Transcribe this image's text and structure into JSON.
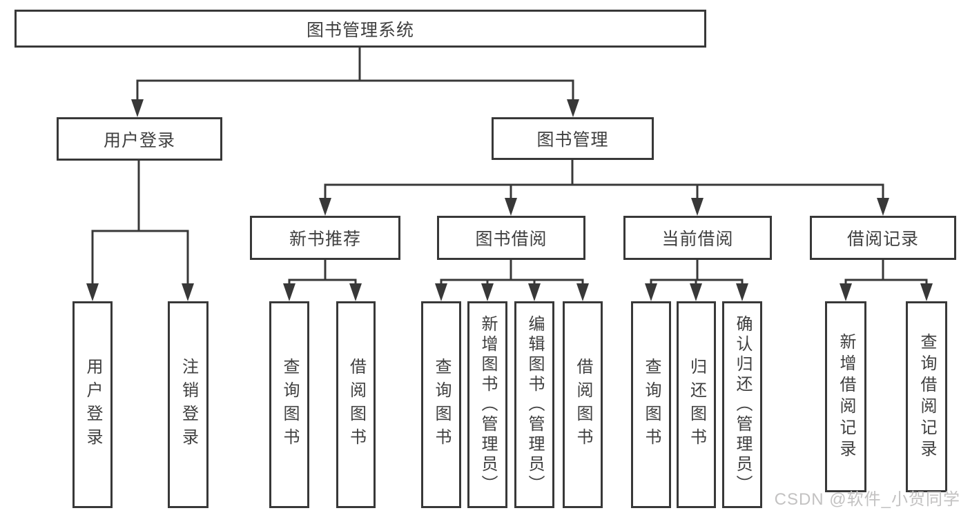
{
  "diagram": {
    "root": {
      "label": "图书管理系统"
    },
    "branches": [
      {
        "label": "用户登录",
        "children": [
          {
            "label": "用户登录"
          },
          {
            "label": "注销登录"
          }
        ]
      },
      {
        "label": "图书管理",
        "children": [
          {
            "label": "新书推荐",
            "children": [
              {
                "label": "查询图书"
              },
              {
                "label": "借阅图书"
              }
            ]
          },
          {
            "label": "图书借阅",
            "children": [
              {
                "label": "查询图书"
              },
              {
                "label": "新增图书（管理员）"
              },
              {
                "label": "编辑图书（管理员）"
              },
              {
                "label": "借阅图书"
              }
            ]
          },
          {
            "label": "当前借阅",
            "children": [
              {
                "label": "查询图书"
              },
              {
                "label": "归还图书"
              },
              {
                "label": "确认归还（管理员）"
              }
            ]
          },
          {
            "label": "借阅记录",
            "children": [
              {
                "label": "新增借阅记录"
              },
              {
                "label": "查询借阅记录"
              }
            ]
          }
        ]
      }
    ]
  },
  "watermark": "CSDN @软件_小贺同学",
  "colors": {
    "line": "#383838",
    "text": "#3f3f3f",
    "background": "#ffffff",
    "watermark": "#c3c2c2"
  }
}
